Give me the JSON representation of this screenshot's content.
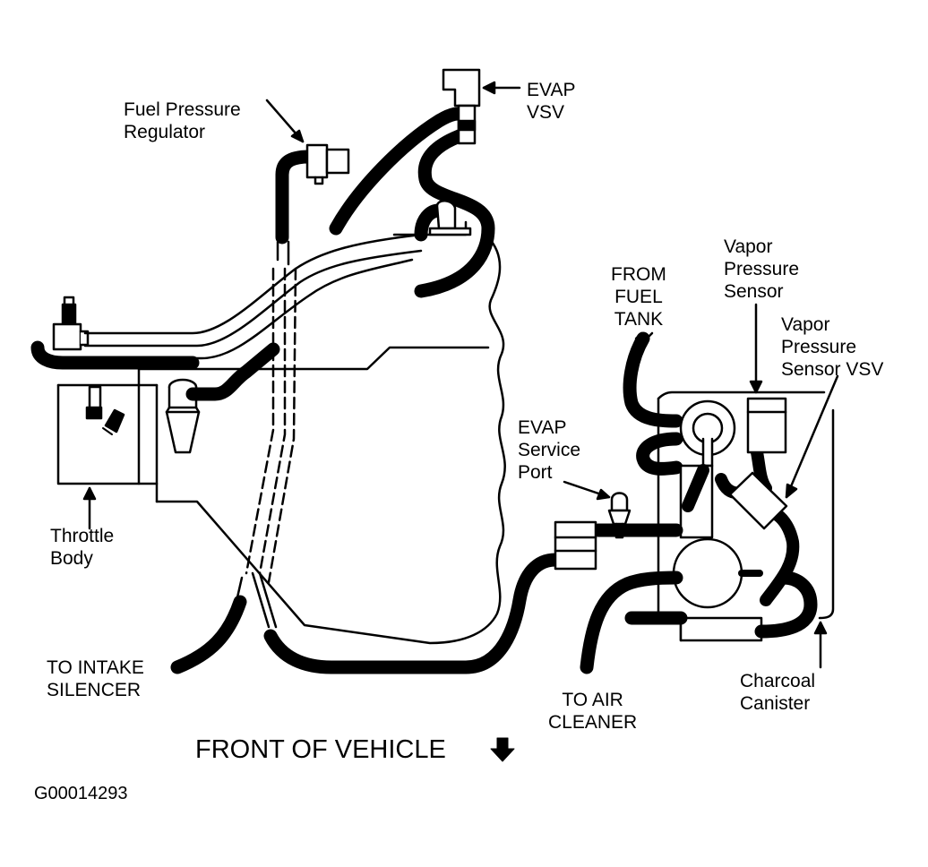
{
  "labels": {
    "evap_vsv": [
      "EVAP",
      "VSV"
    ],
    "fuel_pressure_regulator": [
      "Fuel Pressure",
      "Regulator"
    ],
    "from_fuel_tank": [
      "FROM",
      "FUEL",
      "TANK"
    ],
    "vapor_pressure_sensor": [
      "Vapor",
      "Pressure",
      "Sensor"
    ],
    "vapor_pressure_sensor_vsv": [
      "Vapor",
      "Pressure",
      "Sensor VSV"
    ],
    "evap_service_port": [
      "EVAP",
      "Service",
      "Port"
    ],
    "throttle_body": [
      "Throttle",
      "Body"
    ],
    "to_intake_silencer": [
      "TO INTAKE",
      "SILENCER"
    ],
    "to_air_cleaner": [
      "TO AIR",
      "CLEANER"
    ],
    "charcoal_canister": [
      "Charcoal",
      "Canister"
    ]
  },
  "front_of_vehicle": "FRONT OF VEHICLE",
  "figure_code": "G00014293",
  "colors": {
    "ink": "#000000",
    "paper": "#ffffff"
  }
}
